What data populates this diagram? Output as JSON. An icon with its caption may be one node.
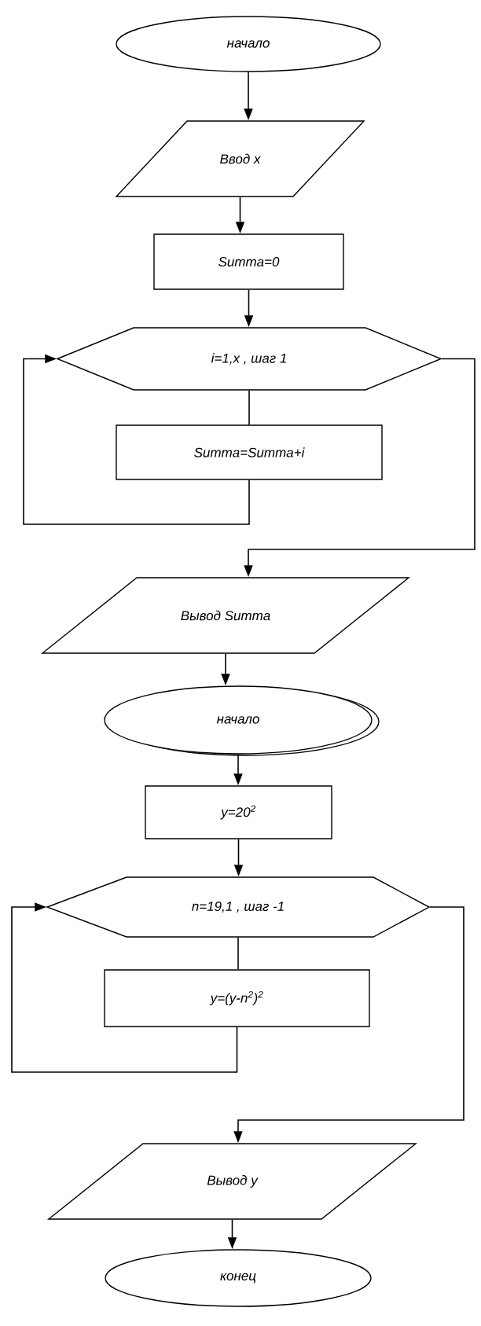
{
  "diagram": {
    "nodes": [
      {
        "text": [
          "начало"
        ]
      },
      {
        "text": [
          "Ввод x"
        ]
      },
      {
        "text": [
          "Summa=0"
        ]
      },
      {
        "text": [
          "i=1,x , шаг 1"
        ]
      },
      {
        "text": [
          "Summa=Summa+i"
        ]
      },
      {
        "text": [
          "Вывод Summa"
        ]
      },
      {
        "text": [
          "начало"
        ]
      },
      {
        "text": [
          "y=20$^{2}$"
        ]
      },
      {
        "text": [
          "n=19,1 , шаг -1"
        ]
      },
      {
        "text": [
          "y=(y-n$^{2}$)$^{2}$"
        ]
      },
      {
        "text": [
          "Вывод y"
        ]
      },
      {
        "text": [
          "конец"
        ]
      }
    ],
    "edges": [
      {
        "from": 0,
        "to": 1,
        "arrow": "to"
      },
      {
        "from": 1,
        "to": 2,
        "arrow": "to"
      },
      {
        "from": 2,
        "to": 3,
        "arrow": "to"
      },
      {
        "from": 3,
        "to": 4,
        "arrow": "none"
      },
      {
        "from": 4,
        "to": 3,
        "arrow": "to"
      },
      {
        "from": 3,
        "to": 5,
        "arrow": "to"
      },
      {
        "from": 5,
        "to": 6,
        "arrow": "to"
      },
      {
        "from": 6,
        "to": 7,
        "arrow": "to"
      },
      {
        "from": 7,
        "to": 8,
        "arrow": "to"
      },
      {
        "from": 8,
        "to": 9,
        "arrow": "none"
      },
      {
        "from": 9,
        "to": 8,
        "arrow": "to"
      },
      {
        "from": 8,
        "to": 10,
        "arrow": "to"
      },
      {
        "from": 10,
        "to": 11,
        "arrow": "to"
      }
    ]
  }
}
